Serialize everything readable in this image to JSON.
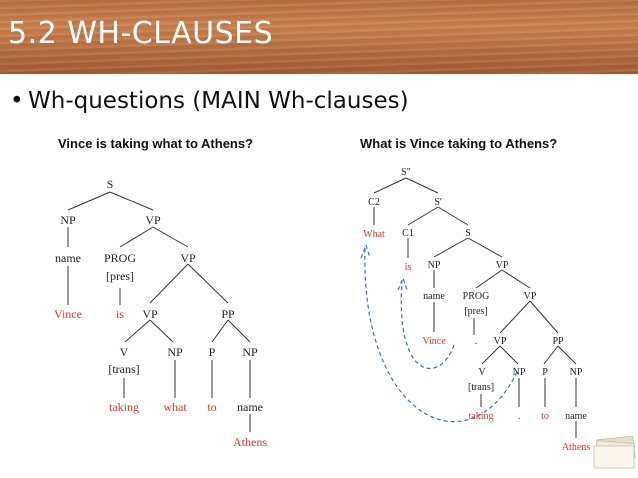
{
  "slide": {
    "title": "5.2 WH-CLAUSES",
    "bullet": "Wh-questions (MAIN Wh-clauses)",
    "left_caption": "Vince is taking what to Athens?",
    "right_caption": "What is Vince taking to Athens?"
  },
  "left_tree": {
    "S": "S",
    "NP": "NP",
    "VP": "VP",
    "name": "name",
    "PROG": "PROG",
    "pres": "[pres]",
    "VP2": "VP",
    "Vince": "Vince",
    "is": "is",
    "VP3": "VP",
    "PP": "PP",
    "V": "V",
    "NP2": "NP",
    "P": "P",
    "NP3": "NP",
    "trans": "[trans]",
    "taking": "taking",
    "what": "what",
    "to": "to",
    "name2": "name",
    "Athens": "Athens"
  },
  "right_tree": {
    "S2": "S\"",
    "C2": "C2",
    "S1": "S'",
    "What": "What",
    "C1": "C1",
    "S": "S",
    "is": "is",
    "NP": "NP",
    "VP": "VP",
    "name": "name",
    "PROG": "PROG",
    "VP2": "VP",
    "pres": "[pres]",
    "Vince": "Vince",
    "dot1": ".",
    "VP3": "VP",
    "PP": "PP",
    "V": "V",
    "NP2": "NP",
    "P": "P",
    "NP3": "NP",
    "trans": "[trans]",
    "taking": "taking",
    "dot2": ".",
    "to": "to",
    "name2": "name",
    "Athens": "Athens"
  }
}
